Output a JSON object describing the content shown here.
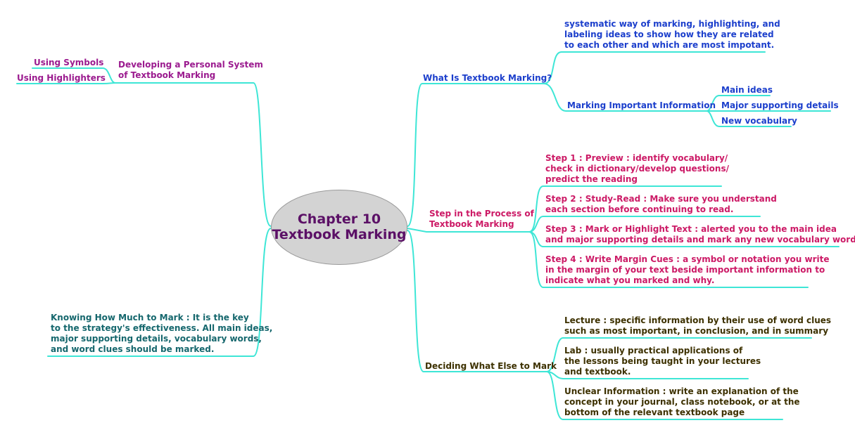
{
  "central_topic": {
    "line1": "Chapter 10",
    "line2": "Textbook Marking"
  },
  "colors": {
    "connector": "#3ee6d6",
    "purple": "#9b1b8f",
    "blue": "#1c3fcc",
    "crimson": "#cc1a66",
    "olive": "#3d3100",
    "teal": "#15676d",
    "central_fill": "#d3d3d3",
    "central_text": "#5b1066"
  },
  "left": {
    "developing": {
      "label": [
        "Developing a Personal System",
        "of Textbook Marking"
      ],
      "children": [
        "Using Symbols",
        "Using Highlighters"
      ]
    },
    "knowing": {
      "label": [
        "Knowing How Much to Mark : It is the key",
        "to the strategy's effectiveness. All main ideas,",
        "major supporting details, vocabulary words,",
        "and word clues should be marked."
      ]
    }
  },
  "right": {
    "what_is": {
      "label": "What Is Textbook Marking?",
      "definition": [
        "systematic way of marking, highlighting, and",
        "labeling ideas to show how they are related",
        "to each other and which are most impotant."
      ],
      "marking_info": {
        "label": "Marking Important Information",
        "children": [
          "Main ideas",
          "Major supporting details",
          "New vocabulary"
        ]
      }
    },
    "steps": {
      "label": [
        "Step in the Process of",
        "Textbook Marking"
      ],
      "children": [
        [
          "Step 1 : Preview : identify vocabulary/",
          "check in dictionary/develop questions/",
          "predict the reading"
        ],
        [
          "Step 2 : Study-Read : Make sure you understand",
          "each section before continuing to read."
        ],
        [
          "Step 3 : Mark or Highlight Text : alerted you to the main idea",
          "and major supporting details and mark any new vocabulary words"
        ],
        [
          "Step 4 : Write Margin Cues : a symbol or notation you write",
          "in the margin of your text beside important information to",
          "indicate what you marked and why."
        ]
      ]
    },
    "deciding": {
      "label": "Deciding What Else to Mark",
      "children": [
        [
          "Lecture : specific information by their use of word clues",
          "such as most important, in conclusion, and in summary"
        ],
        [
          "Lab : usually practical applications of",
          "the lessons being taught in your lectures",
          "and textbook."
        ],
        [
          "Unclear Information : write an explanation of the",
          "concept in your journal, class notebook, or at the",
          "bottom of the relevant textbook page"
        ]
      ]
    }
  }
}
